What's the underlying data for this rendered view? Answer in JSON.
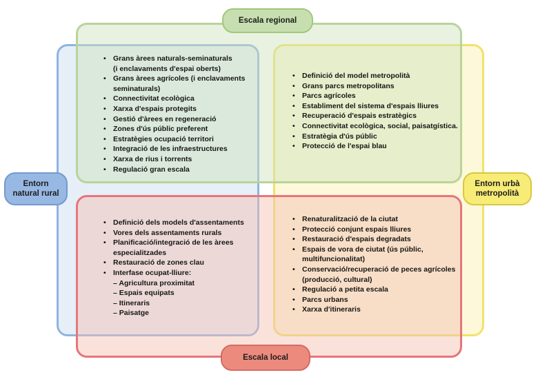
{
  "labels": {
    "top": "Escala regional",
    "bottom": "Escala local",
    "left": "Entorn natural rural",
    "right": "Entorn urbà metropolità"
  },
  "colors": {
    "regional": "#b9d49a",
    "local": "#e6757a",
    "natural": "#8fb3e1",
    "urban": "#f1e26a"
  },
  "quadrants": {
    "top_left": [
      "Grans àrees naturals-seminaturals",
      "(i enclavaments d'espai oberts)",
      "Grans àrees agrícoles (i enclavaments",
      "seminaturals)",
      "Connectivitat ecològica",
      "Xarxa d'espais protegits",
      "Gestió d'àrees en regeneració",
      "Zones d'ús públic preferent",
      "Estratègies ocupació territori",
      "Integració de les infraestructures",
      "Xarxa de rius i torrents",
      "Regulació gran escala"
    ],
    "top_right": [
      "Definició del model metropolità",
      "Grans parcs metropolitans",
      "Parcs agrícoles",
      "Establiment del sistema d'espais lliures",
      "Recuperació d'espais estratègics",
      "Connectivitat ecològica, social, paisatgística.",
      "Estratègia d'ús públic",
      "Protecció de l'espai blau"
    ],
    "bottom_left": [
      "Definició dels models d'assentaments",
      "Vores dels assentaments rurals",
      "Planificació/integració de les àrees",
      "especialitzades",
      "Restauració de zones clau",
      "Interfase ocupat-lliure:",
      "– Agricultura proximitat",
      "– Espais equipats",
      "– Itineraris",
      "– Paisatge"
    ],
    "bottom_right": [
      "Renaturalització de la ciutat",
      "Protecció conjunt espais lliures",
      "Restauració d'espais degradats",
      "Espais de vora de ciutat (ús públic,",
      "multifuncionalitat)",
      "Conservació/recuperació de peces agrícoles",
      "(producció, cultural)",
      "Regulació a petita escala",
      "Parcs urbans",
      "Xarxa d'itineraris"
    ]
  }
}
